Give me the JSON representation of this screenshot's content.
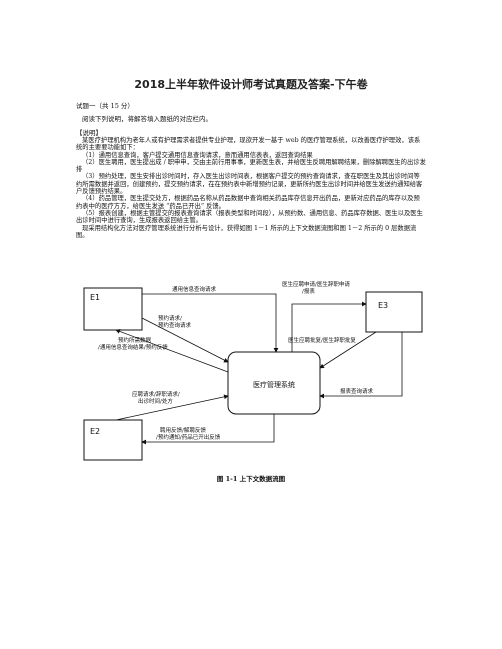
{
  "title": "2018上半年软件设计师考试真题及答案-下午卷",
  "question_header": "试题一（共 15 分）",
  "instruction": "阅读下列说明，将解答填入题纸的对应栏内。",
  "section_label": "【说明】",
  "paragraphs": [
    "某医疗护理机构为老年人或有护理需求者提供专业护理，现欲开发一基于 web 的医疗管理系统，以改善医疗护理效，该系统的主要要功能如下：",
    "（1）通用信息查询，客户提交通用信息查询请求，意而通用信表表，返回查询结果",
    "（2）医生聘用，医生提出成 / 职申申，交由主前行用事事，更新医生表，并给医生反聘用解聘结果，删除解聘医生的出诊发排",
    "（3）预约处理，医生安排出诊时间时，存入医生出诊时间表，根据客户提交的预约查询请求，查在职医生及其出诊时间等约所需数据并返回，创建预约，提交预约请求，在在预约表中新增预约记录，更新所约医生出诊时间并给医生发送约通知给客户反馈预约结果。",
    "（4）药品管理，医生提交处方，根据药品名称从药品数据中查询相关药品库存信息开出药品，更新对应药品的库存以及预约表中的医疗方方，给医生发送 “药品已开出” 反馈。",
    "（5）报表创建，根据主管提交的报表查询请求（报表类型和时间段），从预约数、通用信息、药品库存数据、医生以及医生出诊时间中进行查询，生成报表返回给主管。",
    "现采用结构化方法对医疗管理系统进行分析与设计，获得如图 1－1 所示的上下文数据流图和图 1－2 所示的 0 层数据流图。"
  ],
  "diagram": {
    "center": "医疗管理系统",
    "entities": [
      "E1",
      "E2",
      "E3"
    ],
    "flows": {
      "e1_to_sys": "通用信息查询请求",
      "e1_req_1": "预约请求/",
      "e1_req_2": "预约查询请求",
      "sys_to_e1_1": "预约所需数据",
      "sys_to_e1_2": "/通用信息查询结果/预约反馈",
      "e2_to_sys_1": "应聘请求/辞职请求/",
      "e2_to_sys_2": "出诊时间/处方",
      "sys_to_e2_1": "聘用反馈/解聘反馈",
      "sys_to_e2_2": "/预约通知/药品已开出反馈",
      "e3_in_1": "医生应聘申请/医生辞职申请",
      "e3_in_2": "/报表",
      "e3_to_sys": "医生应聘批复/医生辞职批复",
      "e3_report": "报表查询请求"
    }
  },
  "caption": "图 1-1  上下文数据流图"
}
